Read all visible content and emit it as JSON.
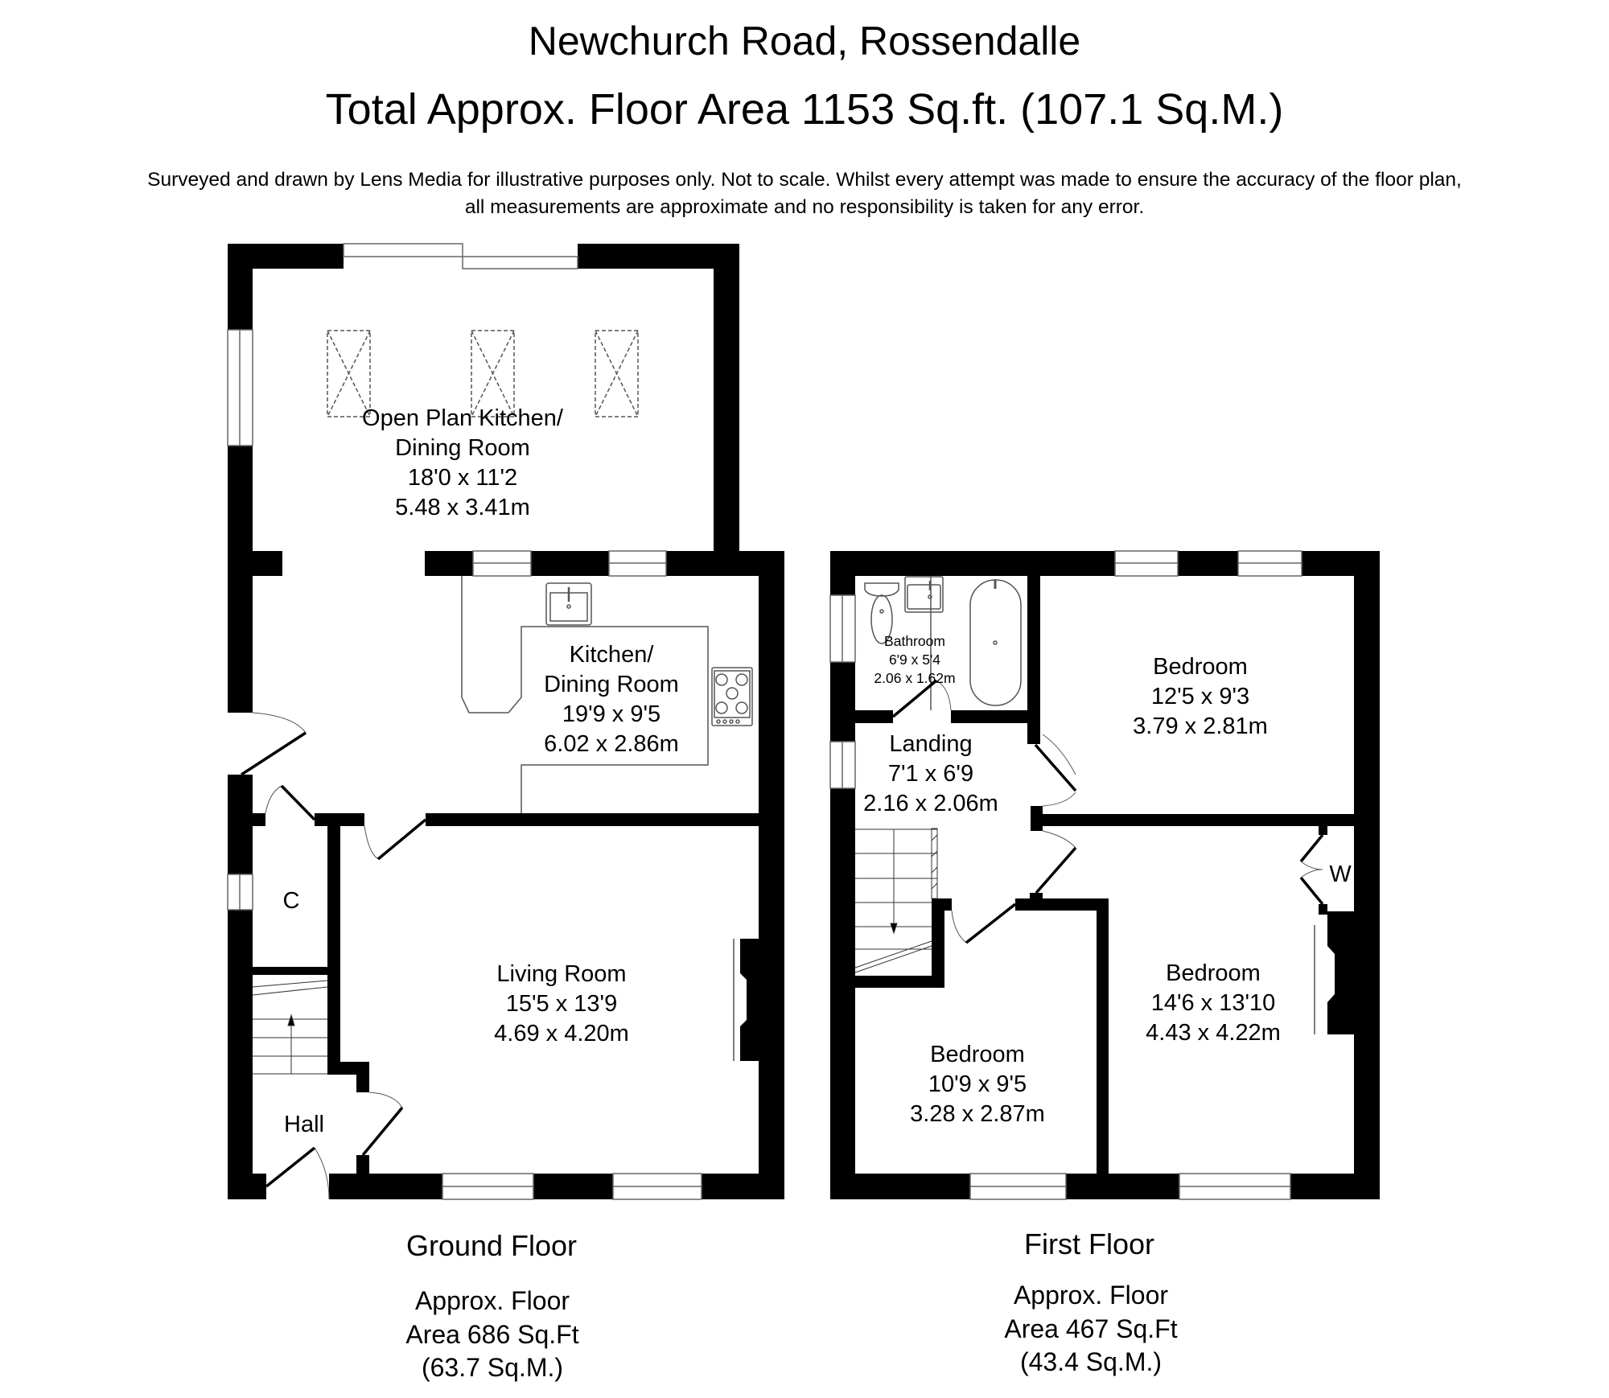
{
  "header": {
    "title": "Newchurch Road, Rossendalle",
    "total_area": "Total Approx. Floor Area 1153 Sq.ft. (107.1 Sq.M.)",
    "disclaimer_line1": "Surveyed and drawn by Lens Media for illustrative purposes only. Not to scale. Whilst every attempt was made to ensure the accuracy of the floor plan,",
    "disclaimer_line2": "all measurements are approximate and no responsibility is taken for any error."
  },
  "ground_floor": {
    "label": "Ground Floor",
    "area_line1": "Approx. Floor",
    "area_line2": "Area 686 Sq.Ft",
    "area_line3": "(63.7 Sq.M.)",
    "rooms": {
      "open_plan": {
        "name_line1": "Open Plan Kitchen/",
        "name_line2": "Dining Room",
        "imperial": "18'0 x 11'2",
        "metric": "5.48 x 3.41m"
      },
      "kitchen": {
        "name_line1": "Kitchen/",
        "name_line2": "Dining Room",
        "imperial": "19'9 x 9'5",
        "metric": "6.02 x 2.86m"
      },
      "living": {
        "name": "Living Room",
        "imperial": "15'5 x 13'9",
        "metric": "4.69 x 4.20m"
      },
      "cupboard": {
        "name": "C"
      },
      "hall": {
        "name": "Hall"
      }
    }
  },
  "first_floor": {
    "label": "First Floor",
    "area_line1": "Approx. Floor",
    "area_line2": "Area 467 Sq.Ft",
    "area_line3": "(43.4 Sq.M.)",
    "rooms": {
      "bathroom": {
        "name": "Bathroom",
        "imperial": "6'9 x 5'4",
        "metric": "2.06 x 1.62m"
      },
      "landing": {
        "name": "Landing",
        "imperial": "7'1 x 6'9",
        "metric": "2.16 x 2.06m"
      },
      "bedroom_front_right": {
        "name": "Bedroom",
        "imperial": "12'5 x 9'3",
        "metric": "3.79 x 2.81m"
      },
      "bedroom_rear_right": {
        "name": "Bedroom",
        "imperial": "14'6 x 13'10",
        "metric": "4.43 x 4.22m"
      },
      "bedroom_small": {
        "name": "Bedroom",
        "imperial": "10'9 x 9'5",
        "metric": "3.28 x 2.87m"
      },
      "wardrobe": {
        "name": "W"
      }
    }
  },
  "colors": {
    "wall": "#000000",
    "background": "#ffffff",
    "fixture_line": "#555555"
  }
}
